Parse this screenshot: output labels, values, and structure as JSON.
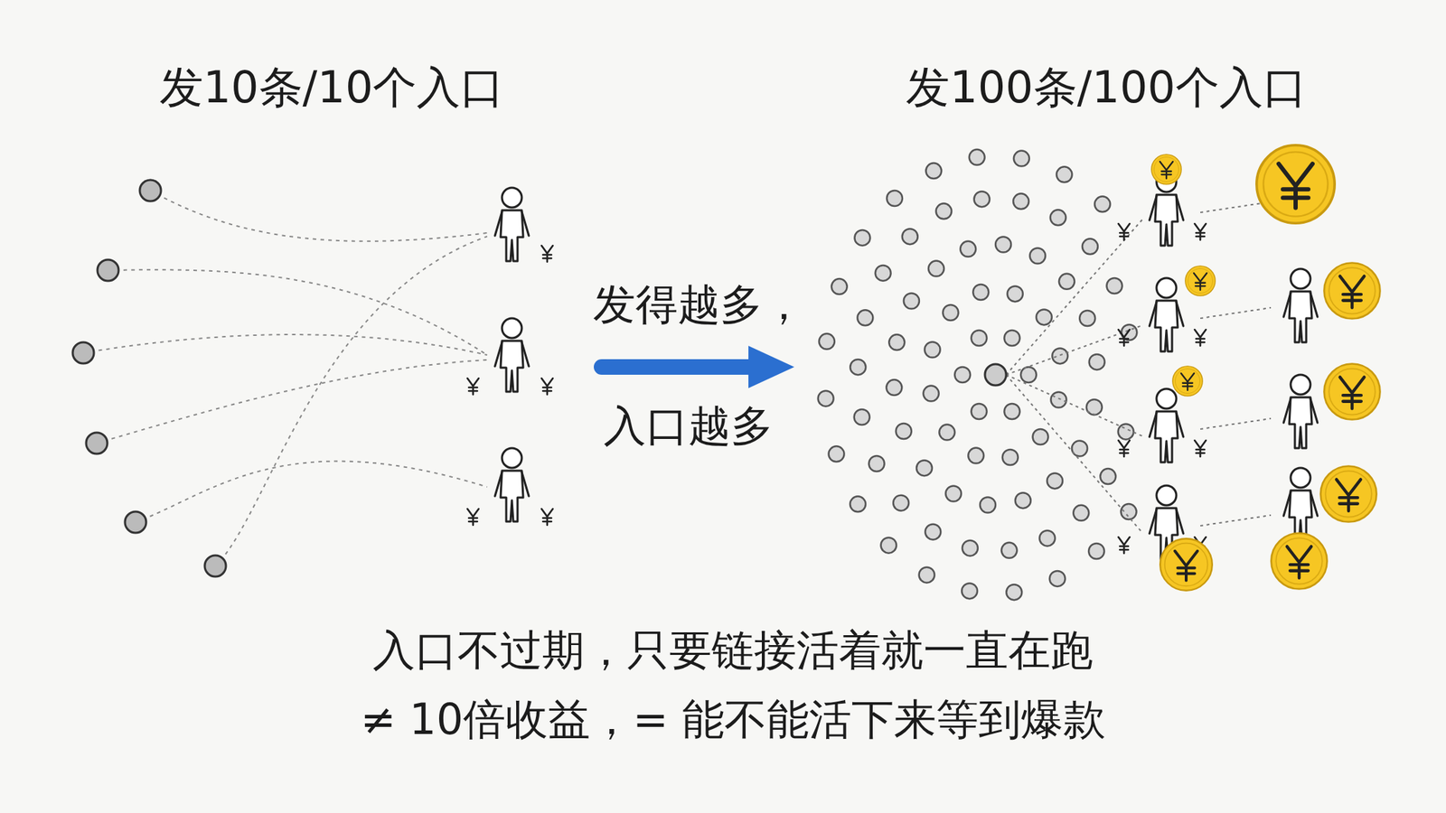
{
  "diagram": {
    "labels": [
      "发10条/10个入口",
      "发100条/100个入口",
      "发得越多，",
      "入口越多",
      "入口不过期，只要链接活着就一直在跑",
      "≠ 10倍收益，= 能不能活下来等到爆款"
    ]
  }
}
